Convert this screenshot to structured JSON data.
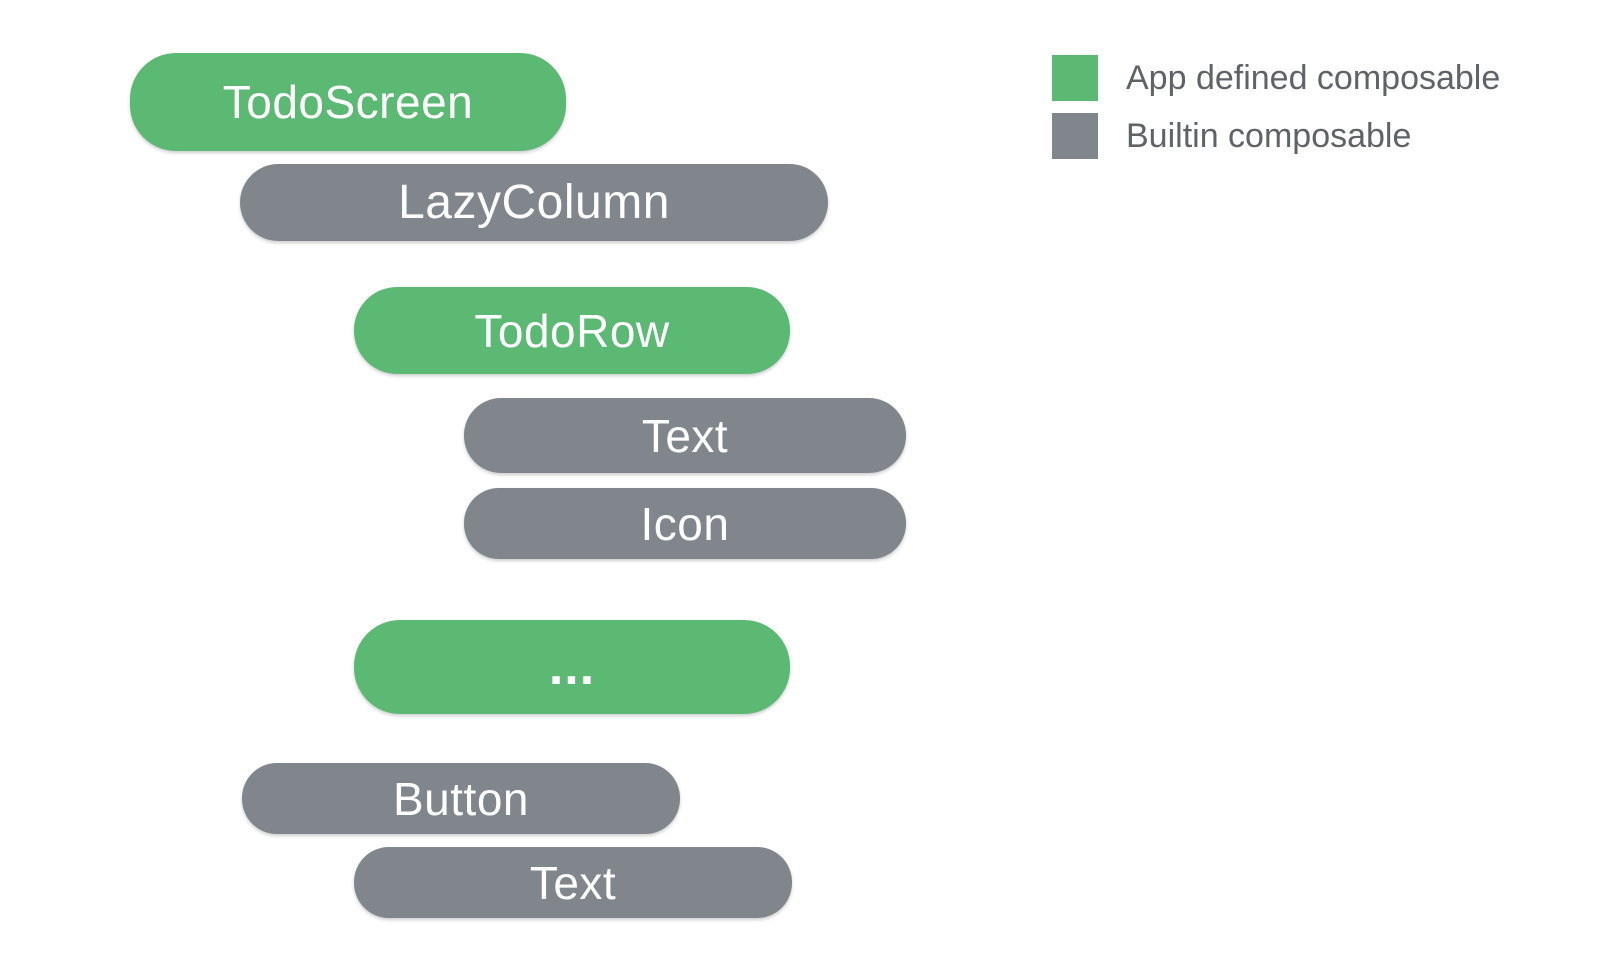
{
  "diagram": {
    "nodes": [
      {
        "id": "todoscreen",
        "label": "TodoScreen",
        "type": "app"
      },
      {
        "id": "lazycolumn",
        "label": "LazyColumn",
        "type": "builtin"
      },
      {
        "id": "todorow",
        "label": "TodoRow",
        "type": "app"
      },
      {
        "id": "text1",
        "label": "Text",
        "type": "builtin"
      },
      {
        "id": "icon",
        "label": "Icon",
        "type": "builtin"
      },
      {
        "id": "ellipsis",
        "label": "...",
        "type": "app"
      },
      {
        "id": "button",
        "label": "Button",
        "type": "builtin"
      },
      {
        "id": "text2",
        "label": "Text",
        "type": "builtin"
      }
    ]
  },
  "legend": {
    "items": [
      {
        "label": "App defined composable",
        "type": "app"
      },
      {
        "label": "Builtin composable",
        "type": "builtin"
      }
    ]
  },
  "colors": {
    "app_defined": "#5BB974",
    "builtin": "#80868B",
    "legend_text": "#5F6368",
    "node_text": "#FFFFFF",
    "background": "#FFFFFF"
  }
}
